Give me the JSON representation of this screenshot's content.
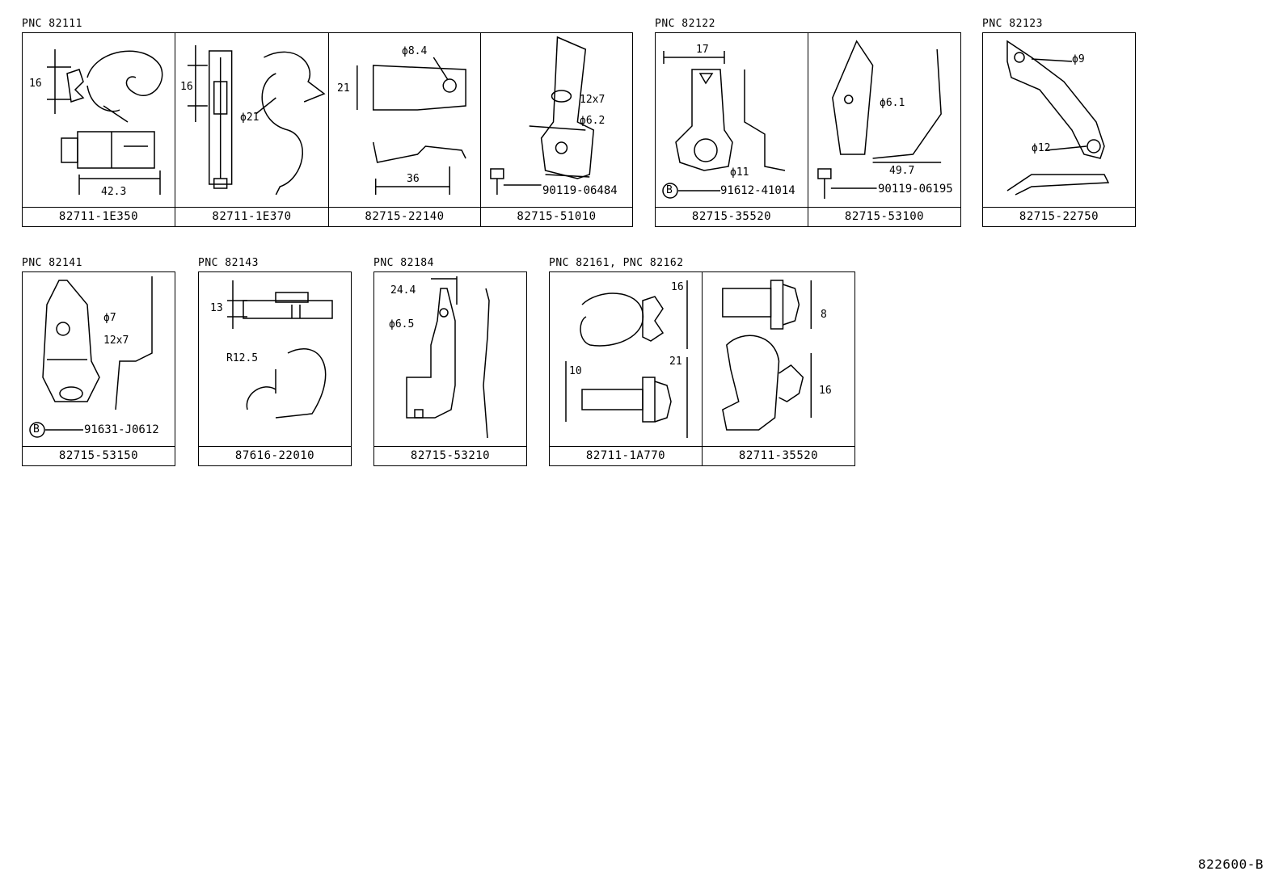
{
  "figure_id": "822600-B",
  "groups": [
    {
      "pnc": "PNC 82111",
      "parts": [
        {
          "part_no": "82711-1E350",
          "dims": [
            "16",
            "42.3"
          ]
        },
        {
          "part_no": "82711-1E370",
          "dims": [
            "16",
            "ϕ21"
          ]
        },
        {
          "part_no": "82715-22140",
          "dims": [
            "ϕ8.4",
            "21",
            "36"
          ]
        },
        {
          "part_no": "82715-51010",
          "dims": [
            "12x7",
            "ϕ6.2"
          ],
          "bolt": "90119-06484"
        }
      ]
    },
    {
      "pnc": "PNC 82122",
      "parts": [
        {
          "part_no": "82715-35520",
          "dims": [
            "17",
            "ϕ11"
          ],
          "bolt": "91612-41014",
          "bolt_tag": "B"
        },
        {
          "part_no": "82715-53100",
          "dims": [
            "ϕ6.1",
            "49.7"
          ],
          "bolt": "90119-06195"
        }
      ]
    },
    {
      "pnc": "PNC 82123",
      "parts": [
        {
          "part_no": "82715-22750",
          "dims": [
            "ϕ9",
            "ϕ12"
          ]
        }
      ]
    },
    {
      "pnc": "PNC 82141",
      "parts": [
        {
          "part_no": "82715-53150",
          "dims": [
            "ϕ7",
            "12x7"
          ],
          "bolt": "91631-J0612",
          "bolt_tag": "B"
        }
      ]
    },
    {
      "pnc": "PNC 82143",
      "parts": [
        {
          "part_no": "87616-22010",
          "dims": [
            "13",
            "R12.5"
          ]
        }
      ]
    },
    {
      "pnc": "PNC 82184",
      "parts": [
        {
          "part_no": "82715-53210",
          "dims": [
            "24.4",
            "ϕ6.5"
          ]
        }
      ]
    },
    {
      "pnc": "PNC 82161, PNC 82162",
      "parts": [
        {
          "part_no": "82711-1A770",
          "dims": [
            "16",
            "21",
            "10"
          ]
        },
        {
          "part_no": "82711-35520",
          "dims": [
            "8",
            "16"
          ]
        }
      ]
    }
  ]
}
